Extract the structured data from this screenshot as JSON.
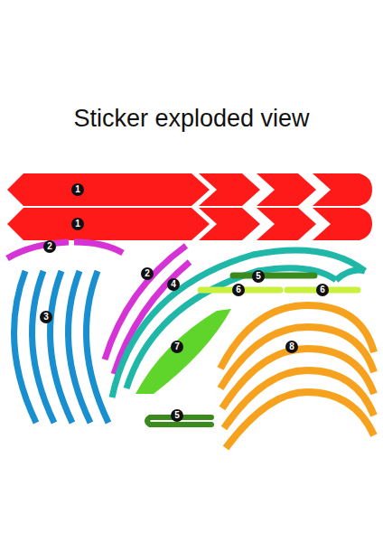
{
  "diagram": {
    "title": "Sticker exploded view",
    "labels": [
      "1",
      "1",
      "2",
      "2",
      "5",
      "4",
      "6",
      "6",
      "3",
      "7",
      "8",
      "5"
    ]
  }
}
